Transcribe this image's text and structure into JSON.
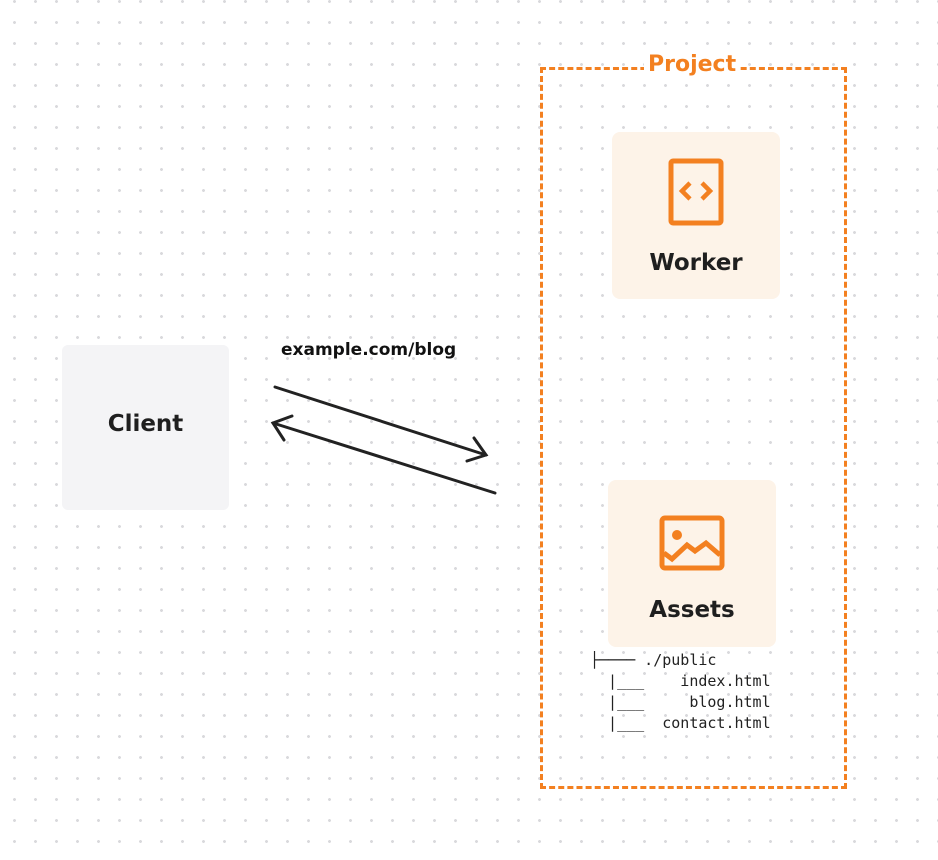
{
  "project": {
    "label": "Project",
    "border_color": "#f38020"
  },
  "worker": {
    "label": "Worker",
    "icon": "code-file-icon"
  },
  "assets": {
    "label": "Assets",
    "icon": "image-icon",
    "tree": [
      "├──── ./public",
      "  |___    index.html",
      "  |___     blog.html",
      "  |___  contact.html"
    ]
  },
  "client": {
    "label": "Client"
  },
  "request": {
    "label": "example.com/blog"
  },
  "colors": {
    "accent": "#f38020",
    "card_bg": "#fdf3e8",
    "client_bg": "#f4f4f6"
  }
}
